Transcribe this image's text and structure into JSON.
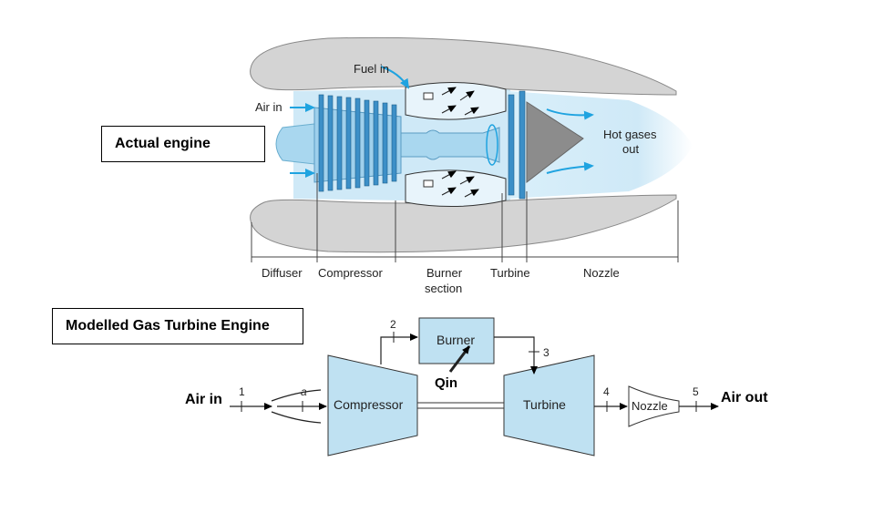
{
  "actual_engine": {
    "title": "Actual engine",
    "labels": {
      "fuel_in": "Fuel in",
      "air_in": "Air in",
      "hot_gases_line1": "Hot gases",
      "hot_gases_line2": "out"
    },
    "sections": {
      "diffuser": "Diffuser",
      "compressor": "Compressor",
      "burner_line1": "Burner",
      "burner_line2": "section",
      "turbine": "Turbine",
      "nozzle": "Nozzle"
    }
  },
  "model": {
    "title": "Modelled Gas Turbine Engine",
    "air_in": "Air in",
    "air_out": "Air out",
    "compressor": "Compressor",
    "burner": "Burner",
    "turbine": "Turbine",
    "nozzle": "Nozzle",
    "qin": "Qin",
    "stations": {
      "s1": "1",
      "sa": "a",
      "s2": "2",
      "s3": "3",
      "s4": "4",
      "s5": "5"
    }
  },
  "colors": {
    "casing_gray": "#d4d4d4",
    "flow_light_blue": "#cde9f7",
    "component_blue": "#bfe1f2",
    "blade_blue": "#4aa6d8",
    "arrow_cyan": "#1fa3e0"
  }
}
